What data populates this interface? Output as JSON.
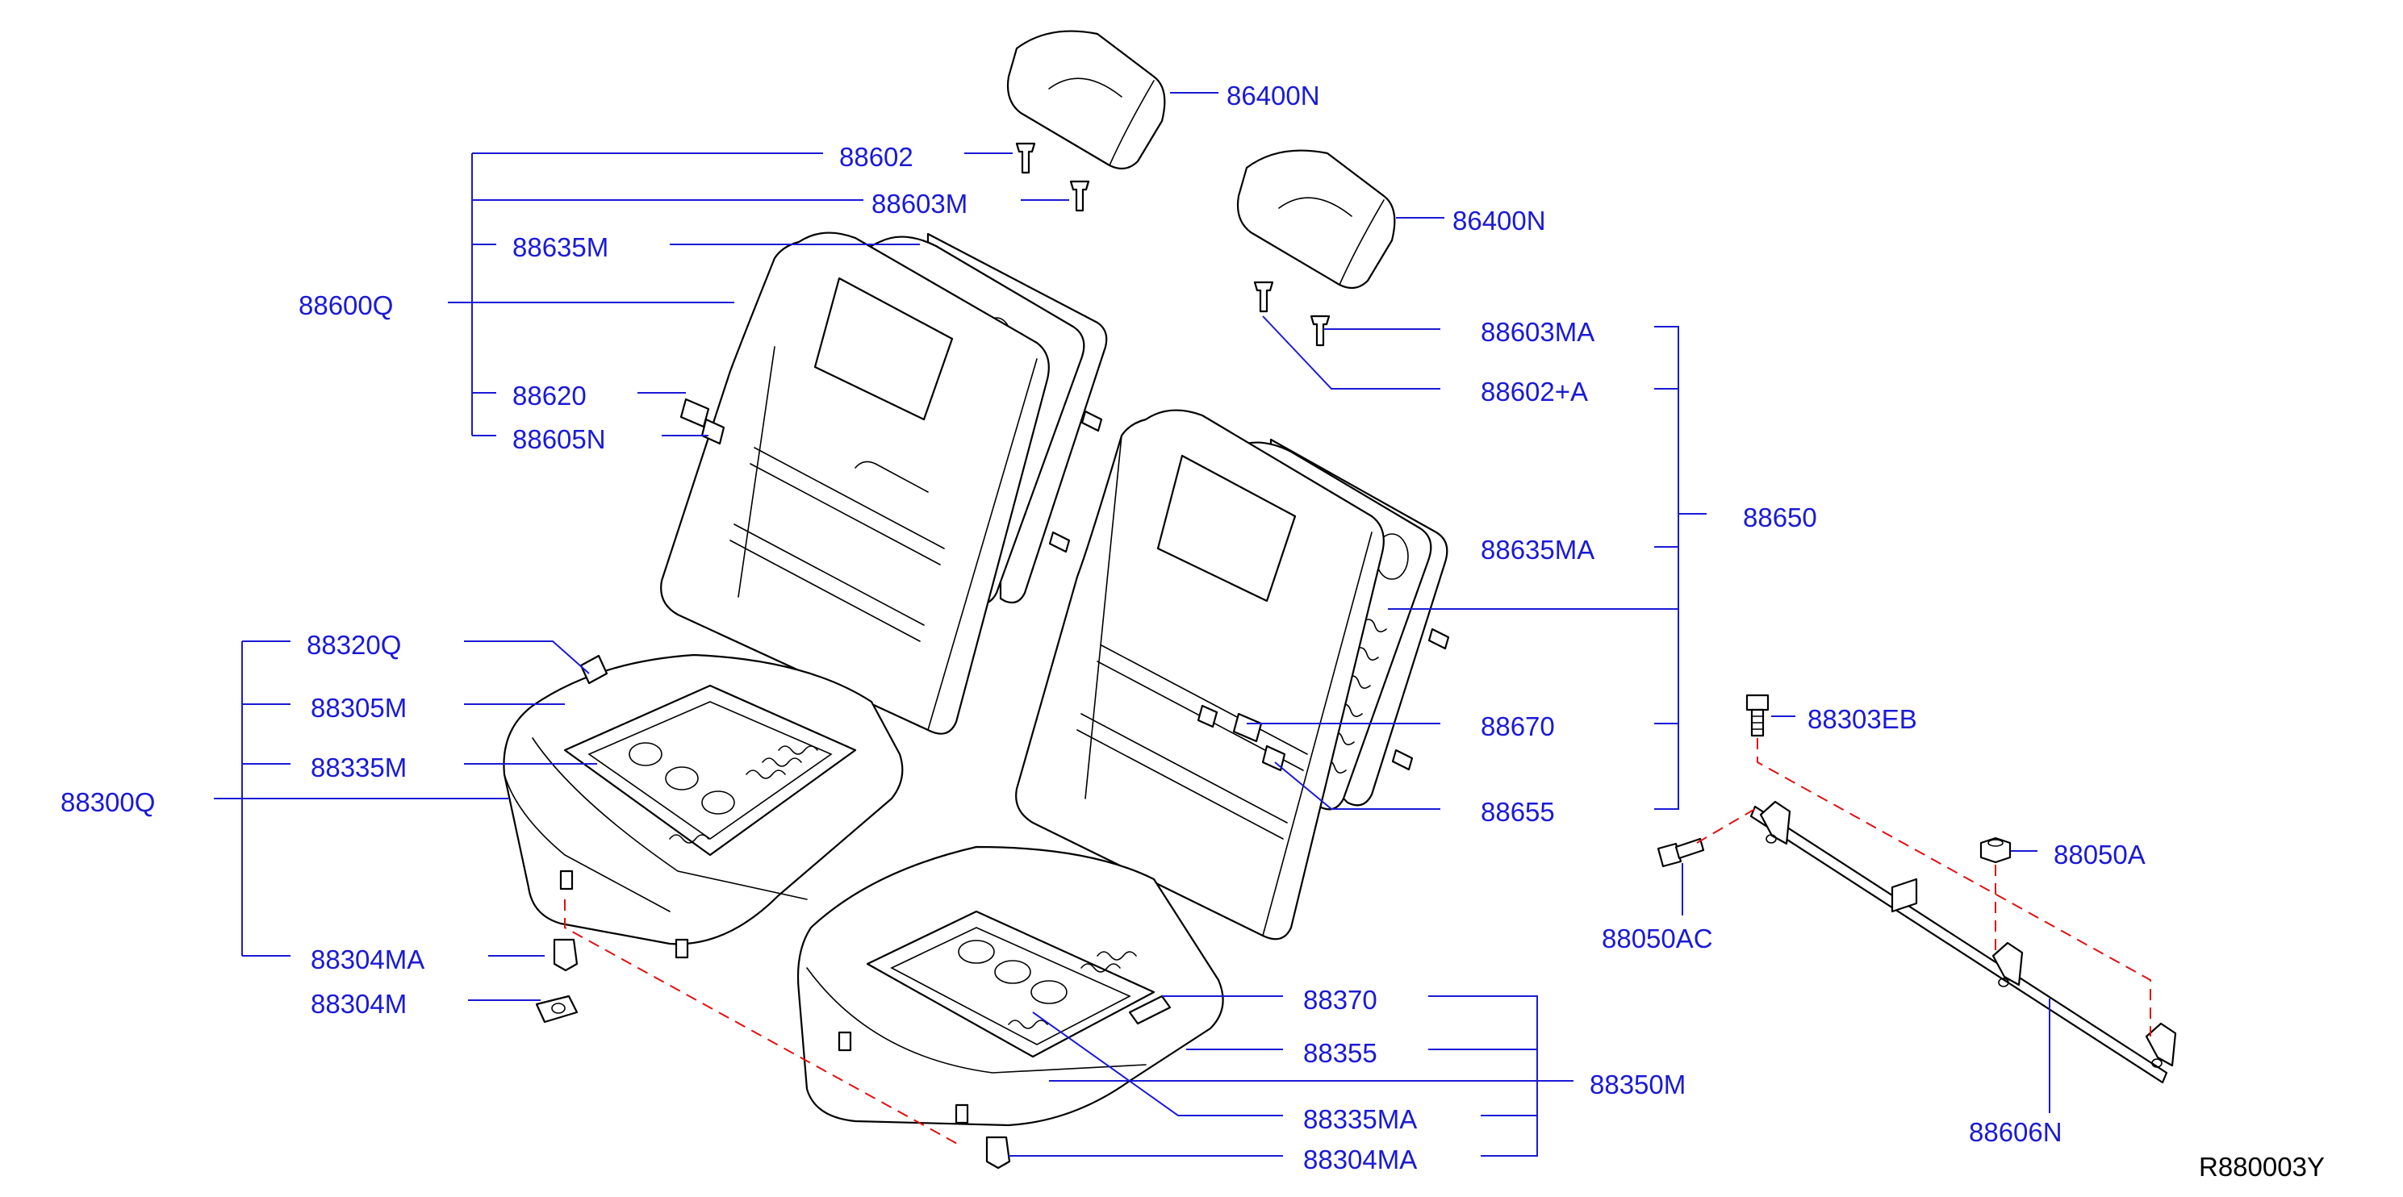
{
  "labels": {
    "p86400N_a": "86400N",
    "p86400N_b": "86400N",
    "p88602": "88602",
    "p88603M": "88603M",
    "p88635M": "88635M",
    "p88600Q": "88600Q",
    "p88620": "88620",
    "p88605N": "88605N",
    "p88603MA": "88603MA",
    "p88602A": "88602+A",
    "p88650": "88650",
    "p88635MA": "88635MA",
    "p88670": "88670",
    "p88655": "88655",
    "p88320Q": "88320Q",
    "p88305M": "88305M",
    "p88335M": "88335M",
    "p88300Q": "88300Q",
    "p88304MA_a": "88304MA",
    "p88304M": "88304M",
    "p88303EB": "88303EB",
    "p88050A": "88050A",
    "p88050AC": "88050AC",
    "p88606N": "88606N",
    "p88370": "88370",
    "p88355": "88355",
    "p88350M": "88350M",
    "p88335MA": "88335MA",
    "p88304MA_b": "88304MA"
  },
  "reference_code": "R880003Y",
  "colors": {
    "label": "#1a1ad6",
    "part_outline": "#000000",
    "hidden_line": "#e01010"
  }
}
